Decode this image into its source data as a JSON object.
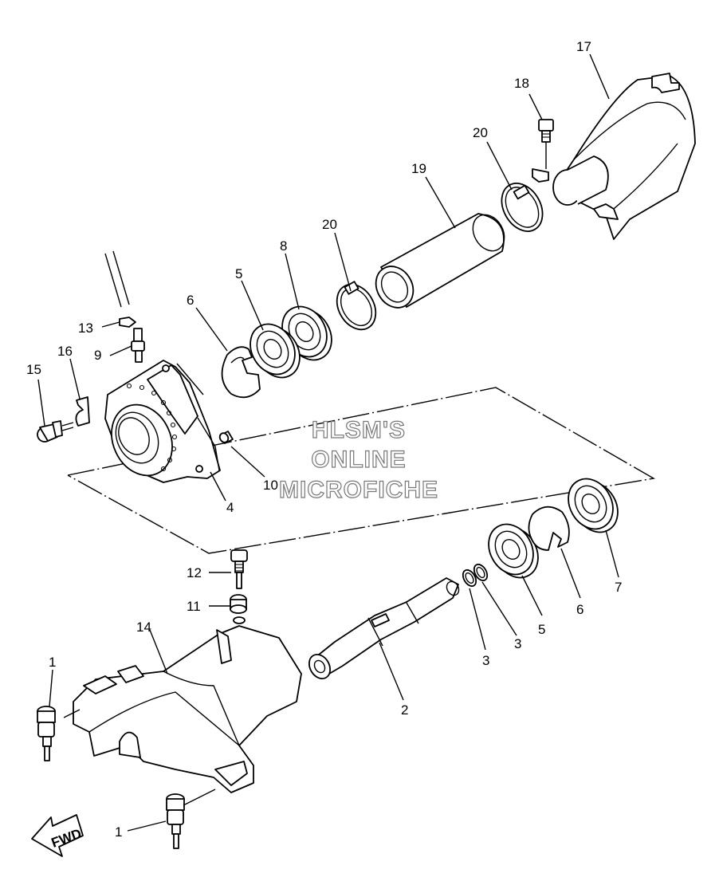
{
  "watermark": {
    "line1": "HLSM'S",
    "line2": "ONLINE",
    "line3": "MICROFICHE"
  },
  "fwd_label": "FWD",
  "callouts": [
    {
      "id": "c17",
      "text": "17"
    },
    {
      "id": "c18",
      "text": "18"
    },
    {
      "id": "c20a",
      "text": "20"
    },
    {
      "id": "c19",
      "text": "19"
    },
    {
      "id": "c20b",
      "text": "20"
    },
    {
      "id": "c8",
      "text": "8"
    },
    {
      "id": "c5a",
      "text": "5"
    },
    {
      "id": "c6a",
      "text": "6"
    },
    {
      "id": "c13",
      "text": "13"
    },
    {
      "id": "c9",
      "text": "9"
    },
    {
      "id": "c16",
      "text": "16"
    },
    {
      "id": "c15",
      "text": "15"
    },
    {
      "id": "c10",
      "text": "10"
    },
    {
      "id": "c4",
      "text": "4"
    },
    {
      "id": "c12",
      "text": "12"
    },
    {
      "id": "c11",
      "text": "11"
    },
    {
      "id": "c14",
      "text": "14"
    },
    {
      "id": "c1a",
      "text": "1"
    },
    {
      "id": "c1b",
      "text": "1"
    },
    {
      "id": "c2",
      "text": "2"
    },
    {
      "id": "c3a",
      "text": "3"
    },
    {
      "id": "c3b",
      "text": "3"
    },
    {
      "id": "c5b",
      "text": "5"
    },
    {
      "id": "c6b",
      "text": "6"
    },
    {
      "id": "c7",
      "text": "7"
    }
  ]
}
